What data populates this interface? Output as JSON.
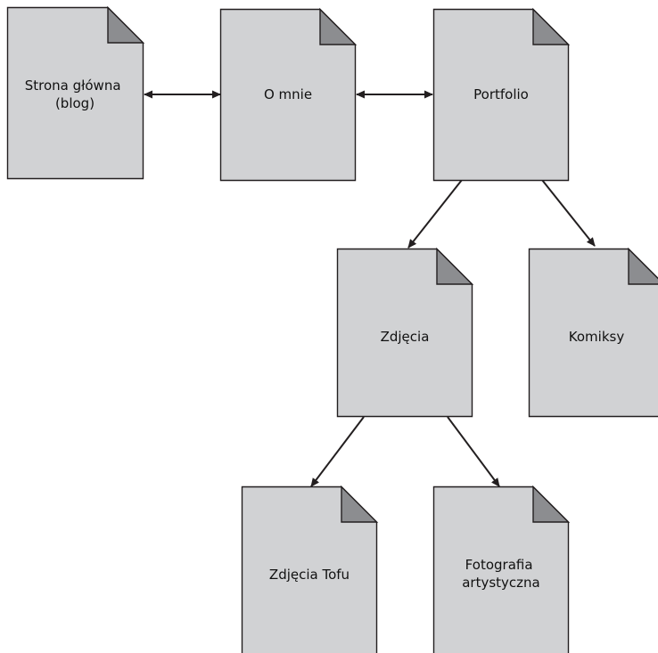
{
  "diagram": {
    "pages": {
      "home": {
        "lines": [
          "Strona główna",
          "(blog)"
        ]
      },
      "about": {
        "lines": [
          "O mnie"
        ]
      },
      "portfolio": {
        "lines": [
          "Portfolio"
        ]
      },
      "photos": {
        "lines": [
          "Zdjęcia"
        ]
      },
      "comics": {
        "lines": [
          "Komiksy"
        ]
      },
      "tofu": {
        "lines": [
          "Zdjęcia Tofu"
        ]
      },
      "art": {
        "lines": [
          "Fotografia",
          "artystyczna"
        ]
      }
    },
    "connections": [
      {
        "from": "home",
        "to": "about",
        "type": "bidirectional"
      },
      {
        "from": "about",
        "to": "portfolio",
        "type": "bidirectional"
      },
      {
        "from": "portfolio",
        "to": "photos",
        "type": "directed"
      },
      {
        "from": "portfolio",
        "to": "comics",
        "type": "directed"
      },
      {
        "from": "photos",
        "to": "tofu",
        "type": "directed"
      },
      {
        "from": "photos",
        "to": "art",
        "type": "directed"
      }
    ]
  },
  "colors": {
    "page_fill": "#d1d2d4",
    "fold_fill": "#8c8d90",
    "stroke": "#231f20",
    "text": "#111111"
  }
}
